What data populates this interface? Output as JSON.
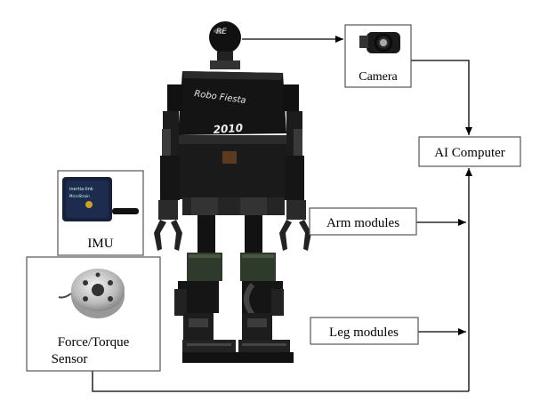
{
  "diagram": {
    "nodes": {
      "camera": {
        "label": "Camera"
      },
      "ai_computer": {
        "label": "AI Computer"
      },
      "imu": {
        "label": "IMU"
      },
      "arm_modules": {
        "label": "Arm modules"
      },
      "leg_modules": {
        "label": "Leg modules"
      },
      "force_torque": {
        "label_line1": "Force/Torque",
        "label_line2": "Sensor"
      }
    },
    "robot": {
      "head_text": "RE",
      "chest_text_1": "Robo Fiesta",
      "chest_text_2": "2010"
    },
    "imu_device": {
      "text_1": "inertia-link",
      "text_2": "MicroStrain"
    },
    "edges": [
      {
        "from": "robot_head",
        "to": "camera"
      },
      {
        "from": "camera",
        "to": "ai_computer"
      },
      {
        "from": "arm_modules",
        "to": "ai_computer_bus"
      },
      {
        "from": "leg_modules",
        "to": "ai_computer_bus"
      },
      {
        "from": "force_torque",
        "to": "ai_computer_bus"
      },
      {
        "from": "bus",
        "to": "ai_computer"
      }
    ],
    "colors": {
      "line": "#000000",
      "box_border": "#555555",
      "robot_dark": "#151515",
      "robot_module": "#2e3a2c",
      "imu_blue": "#16213c"
    }
  }
}
